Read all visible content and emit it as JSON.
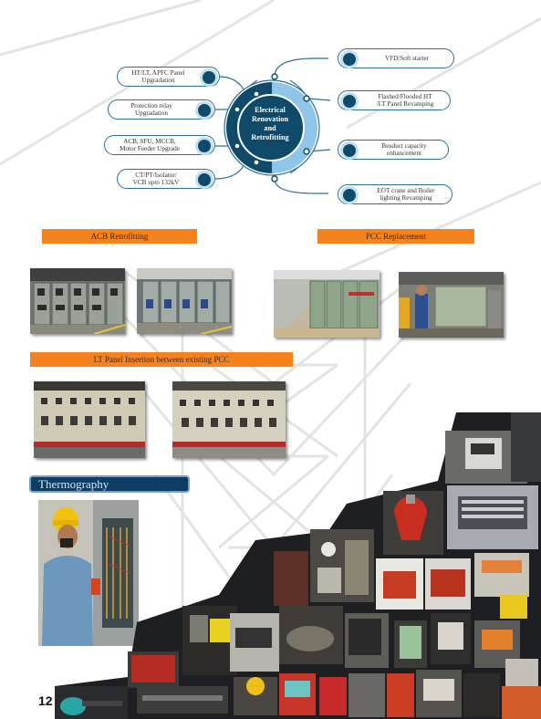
{
  "diagram": {
    "hub": "Electrical\nRenovation\nand\nRetrofitting",
    "left_items": [
      {
        "label": "HT/LT, APFC Panel\nUpgradation"
      },
      {
        "label": "Protection relay\nUpgradation"
      },
      {
        "label": "ACB, SFU, MCCB,\nMotor Feeder Upgrade"
      },
      {
        "label": "CT/PT/Isolator/\nVCB upto 132kV"
      }
    ],
    "right_items": [
      {
        "label": "VFD/Soft starter"
      },
      {
        "label": "Flashed/Flooded HT\n/LT Panel Revamping"
      },
      {
        "label": "Busduct capacity\nenhancement"
      },
      {
        "label": "EOT crane and Boiler\nlighting Revamping"
      }
    ],
    "colors": {
      "dark": "#0f4a6b",
      "mid": "#2e6f95",
      "light": "#8ec5e8"
    }
  },
  "sections": {
    "acb": "ACB Retrofitting",
    "pcc": "PCC Replacement",
    "lt": "LT Panel Insertion between existing PCC",
    "thermo": "Thermography"
  },
  "page_number": "12",
  "accent_color": "#f5821f"
}
